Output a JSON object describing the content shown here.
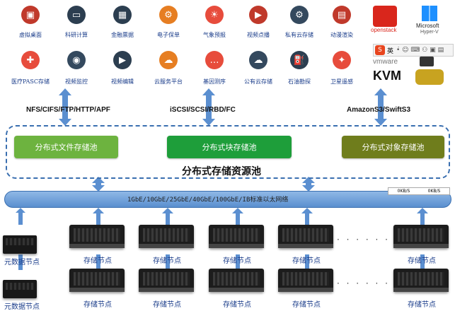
{
  "apps_row1": [
    {
      "label": "虚拟桌面",
      "icon": "desktop-icon",
      "color": "#c0392b",
      "glyph": "▣"
    },
    {
      "label": "科研计算",
      "icon": "monitor-icon",
      "color": "#2c3e50",
      "glyph": "▭"
    },
    {
      "label": "金融票据",
      "icon": "chart-icon",
      "color": "#2c3e50",
      "glyph": "▦"
    },
    {
      "label": "电子保单",
      "icon": "phone-settings-icon",
      "color": "#e67e22",
      "glyph": "⚙"
    },
    {
      "label": "气象预报",
      "icon": "weather-icon",
      "color": "#e74c3c",
      "glyph": "☀"
    },
    {
      "label": "视频点播",
      "icon": "video-play-icon",
      "color": "#c0392b",
      "glyph": "▶"
    },
    {
      "label": "私有云存储",
      "icon": "gear-cloud-icon",
      "color": "#34495e",
      "glyph": "⚙"
    },
    {
      "label": "动漫渲染",
      "icon": "render-panel-icon",
      "color": "#c0392b",
      "glyph": "▤"
    }
  ],
  "apps_row2": [
    {
      "label": "医疗PASC存储",
      "icon": "medical-icon",
      "color": "#e74c3c",
      "glyph": "✚"
    },
    {
      "label": "视频监控",
      "icon": "surveillance-icon",
      "color": "#34495e",
      "glyph": "◉"
    },
    {
      "label": "视频编辑",
      "icon": "video-edit-icon",
      "color": "#2c3e50",
      "glyph": "▶"
    },
    {
      "label": "云服务平台",
      "icon": "mobile-cloud-icon",
      "color": "#e67e22",
      "glyph": "☁"
    },
    {
      "label": "基因测序",
      "icon": "chat-bubble-icon",
      "color": "#e74c3c",
      "glyph": "…"
    },
    {
      "label": "公有云存储",
      "icon": "people-cloud-icon",
      "color": "#34495e",
      "glyph": "☁"
    },
    {
      "label": "石油勘探",
      "icon": "oil-drill-icon",
      "color": "#2c3e50",
      "glyph": "⛽"
    },
    {
      "label": "卫星遥感",
      "icon": "satellite-icon",
      "color": "#e74c3c",
      "glyph": "✦"
    }
  ],
  "logos": {
    "openstack": "openstack",
    "microsoft": "Microsoft",
    "hyperv": "Hyper-V",
    "vmware": "vmware",
    "kvm": "KVM",
    "ime_text": "英"
  },
  "protocols": {
    "file": "NFS/CIFS/FTP/HTTP/APF",
    "block": "iSCSI/SCSI/RBD/FC",
    "object": "AmazonS3/SwiftS3"
  },
  "pools": {
    "file": "分布式文件存储池",
    "block": "分布式块存储池",
    "object": "分布式对象存储池",
    "file_color": "#6db33f",
    "block_color": "#1e9e3a",
    "object_color": "#6f7d1c"
  },
  "resource_pool_label": "分布式存储资源池",
  "network": {
    "label": "1GbE/10GbE/25GbE/40GbE/100GbE/IB标准以太网络",
    "speed1": "0KB/S",
    "speed2": "0KB/S"
  },
  "nodes": {
    "meta_label": "元数据节点",
    "storage_label": "存储节点",
    "dots": "· · · · · ·"
  }
}
